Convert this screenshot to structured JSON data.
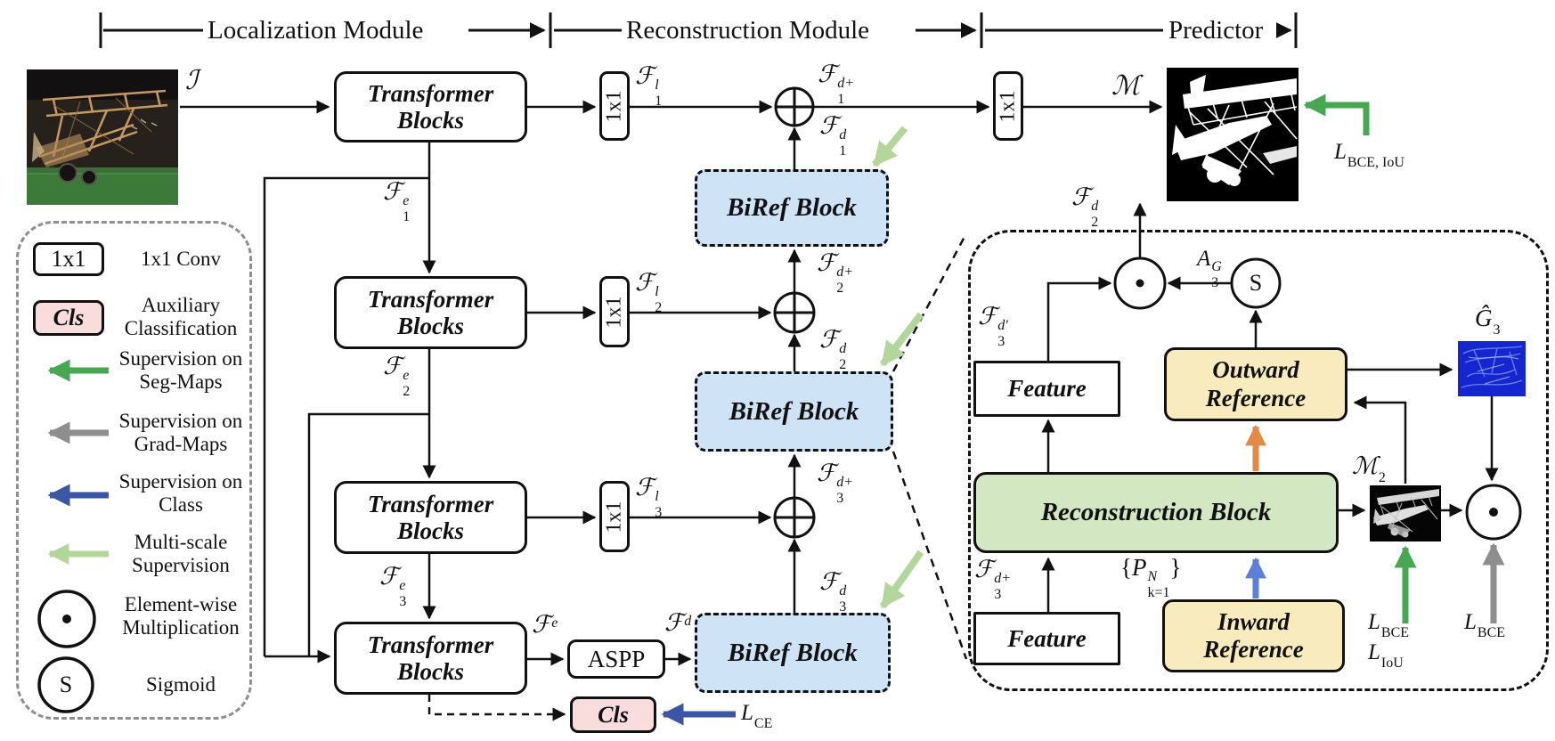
{
  "headers": {
    "localization": "Localization Module",
    "reconstruction": "Reconstruction Module",
    "predictor": "Predictor"
  },
  "boxes": {
    "transformer": "Transformer Blocks",
    "conv": "1x1",
    "aspp": "ASPP",
    "cls": "Cls",
    "biref": "BiRef Block",
    "feature": "Feature",
    "outward": "Outward Reference",
    "inward": "Inward Reference",
    "reconstruction": "Reconstruction Block"
  },
  "labels": {
    "i": {
      "b": "ℐ"
    },
    "f1l": {
      "b": "ℱ",
      "u": "l",
      "s": "1"
    },
    "f1dp": {
      "b": "ℱ",
      "u": "d+",
      "s": "1"
    },
    "f1d": {
      "b": "ℱ",
      "u": "d",
      "s": "1"
    },
    "f1e": {
      "b": "ℱ",
      "u": "e",
      "s": "1"
    },
    "f2l": {
      "b": "ℱ",
      "u": "l",
      "s": "2"
    },
    "f2dp": {
      "b": "ℱ",
      "u": "d+",
      "s": "2"
    },
    "f2d": {
      "b": "ℱ",
      "u": "d",
      "s": "2"
    },
    "f2e": {
      "b": "ℱ",
      "u": "e",
      "s": "2"
    },
    "f3l": {
      "b": "ℱ",
      "u": "l",
      "s": "3"
    },
    "f3dp": {
      "b": "ℱ",
      "u": "d+",
      "s": "3"
    },
    "f3d": {
      "b": "ℱ",
      "u": "d",
      "s": "3"
    },
    "f3e": {
      "b": "ℱ",
      "u": "e",
      "s": "3"
    },
    "fe": {
      "b": "ℱ",
      "u": "e"
    },
    "fd": {
      "b": "ℱ",
      "u": "d"
    },
    "m": {
      "b": "ℳ"
    },
    "m2": {
      "b": "ℳ",
      "s": "2"
    },
    "g3": {
      "b": "Ĝ",
      "s": "3"
    },
    "a3g": {
      "b": "A",
      "u": "G",
      "s": "3"
    },
    "f3dq": {
      "b": "ℱ",
      "u": "d′",
      "s": "3"
    },
    "pset": {
      "pre": "{",
      "b": "P",
      "u": "N",
      "s": "k=1",
      "post": "}"
    }
  },
  "losses": {
    "bce_iou": {
      "b": "L",
      "s": "BCE, IoU"
    },
    "ce": {
      "b": "L",
      "s": "CE"
    },
    "bce": {
      "b": "L",
      "s": "BCE"
    },
    "iou": {
      "b": "L",
      "s": "IoU"
    }
  },
  "legend": {
    "conv_symbol": "1x1",
    "conv_label": "1x1 Conv",
    "cls_symbol": "Cls",
    "cls_label": "Auxiliary Classification",
    "seg_label": "Supervision on Seg-Maps",
    "grad_label": "Supervision on Grad-Maps",
    "class_label": "Supervision on Class",
    "multiscale_label": "Multi-scale Supervision",
    "elementwise_label": "Element-wise Multiplication",
    "sigmoid_label": "Sigmoid"
  },
  "symbols": {
    "sigmoid": "S"
  },
  "colors": {
    "line_black": "#111111",
    "biref_blue": "#cfe3f6",
    "aux_pink": "#f9dcdc",
    "reference_yellow": "#f8ecbe",
    "reconstruction_green": "#d3e7c3",
    "arrow_green": "#48a852",
    "arrow_gray": "#8e8e8e",
    "arrow_blue": "#3a56a4",
    "arrow_lightgreen": "#b3d69b",
    "arrow_orange": "#e58a44",
    "arrow_cornflower": "#5f7fd6",
    "gradmap_blue": "#1626cf"
  }
}
